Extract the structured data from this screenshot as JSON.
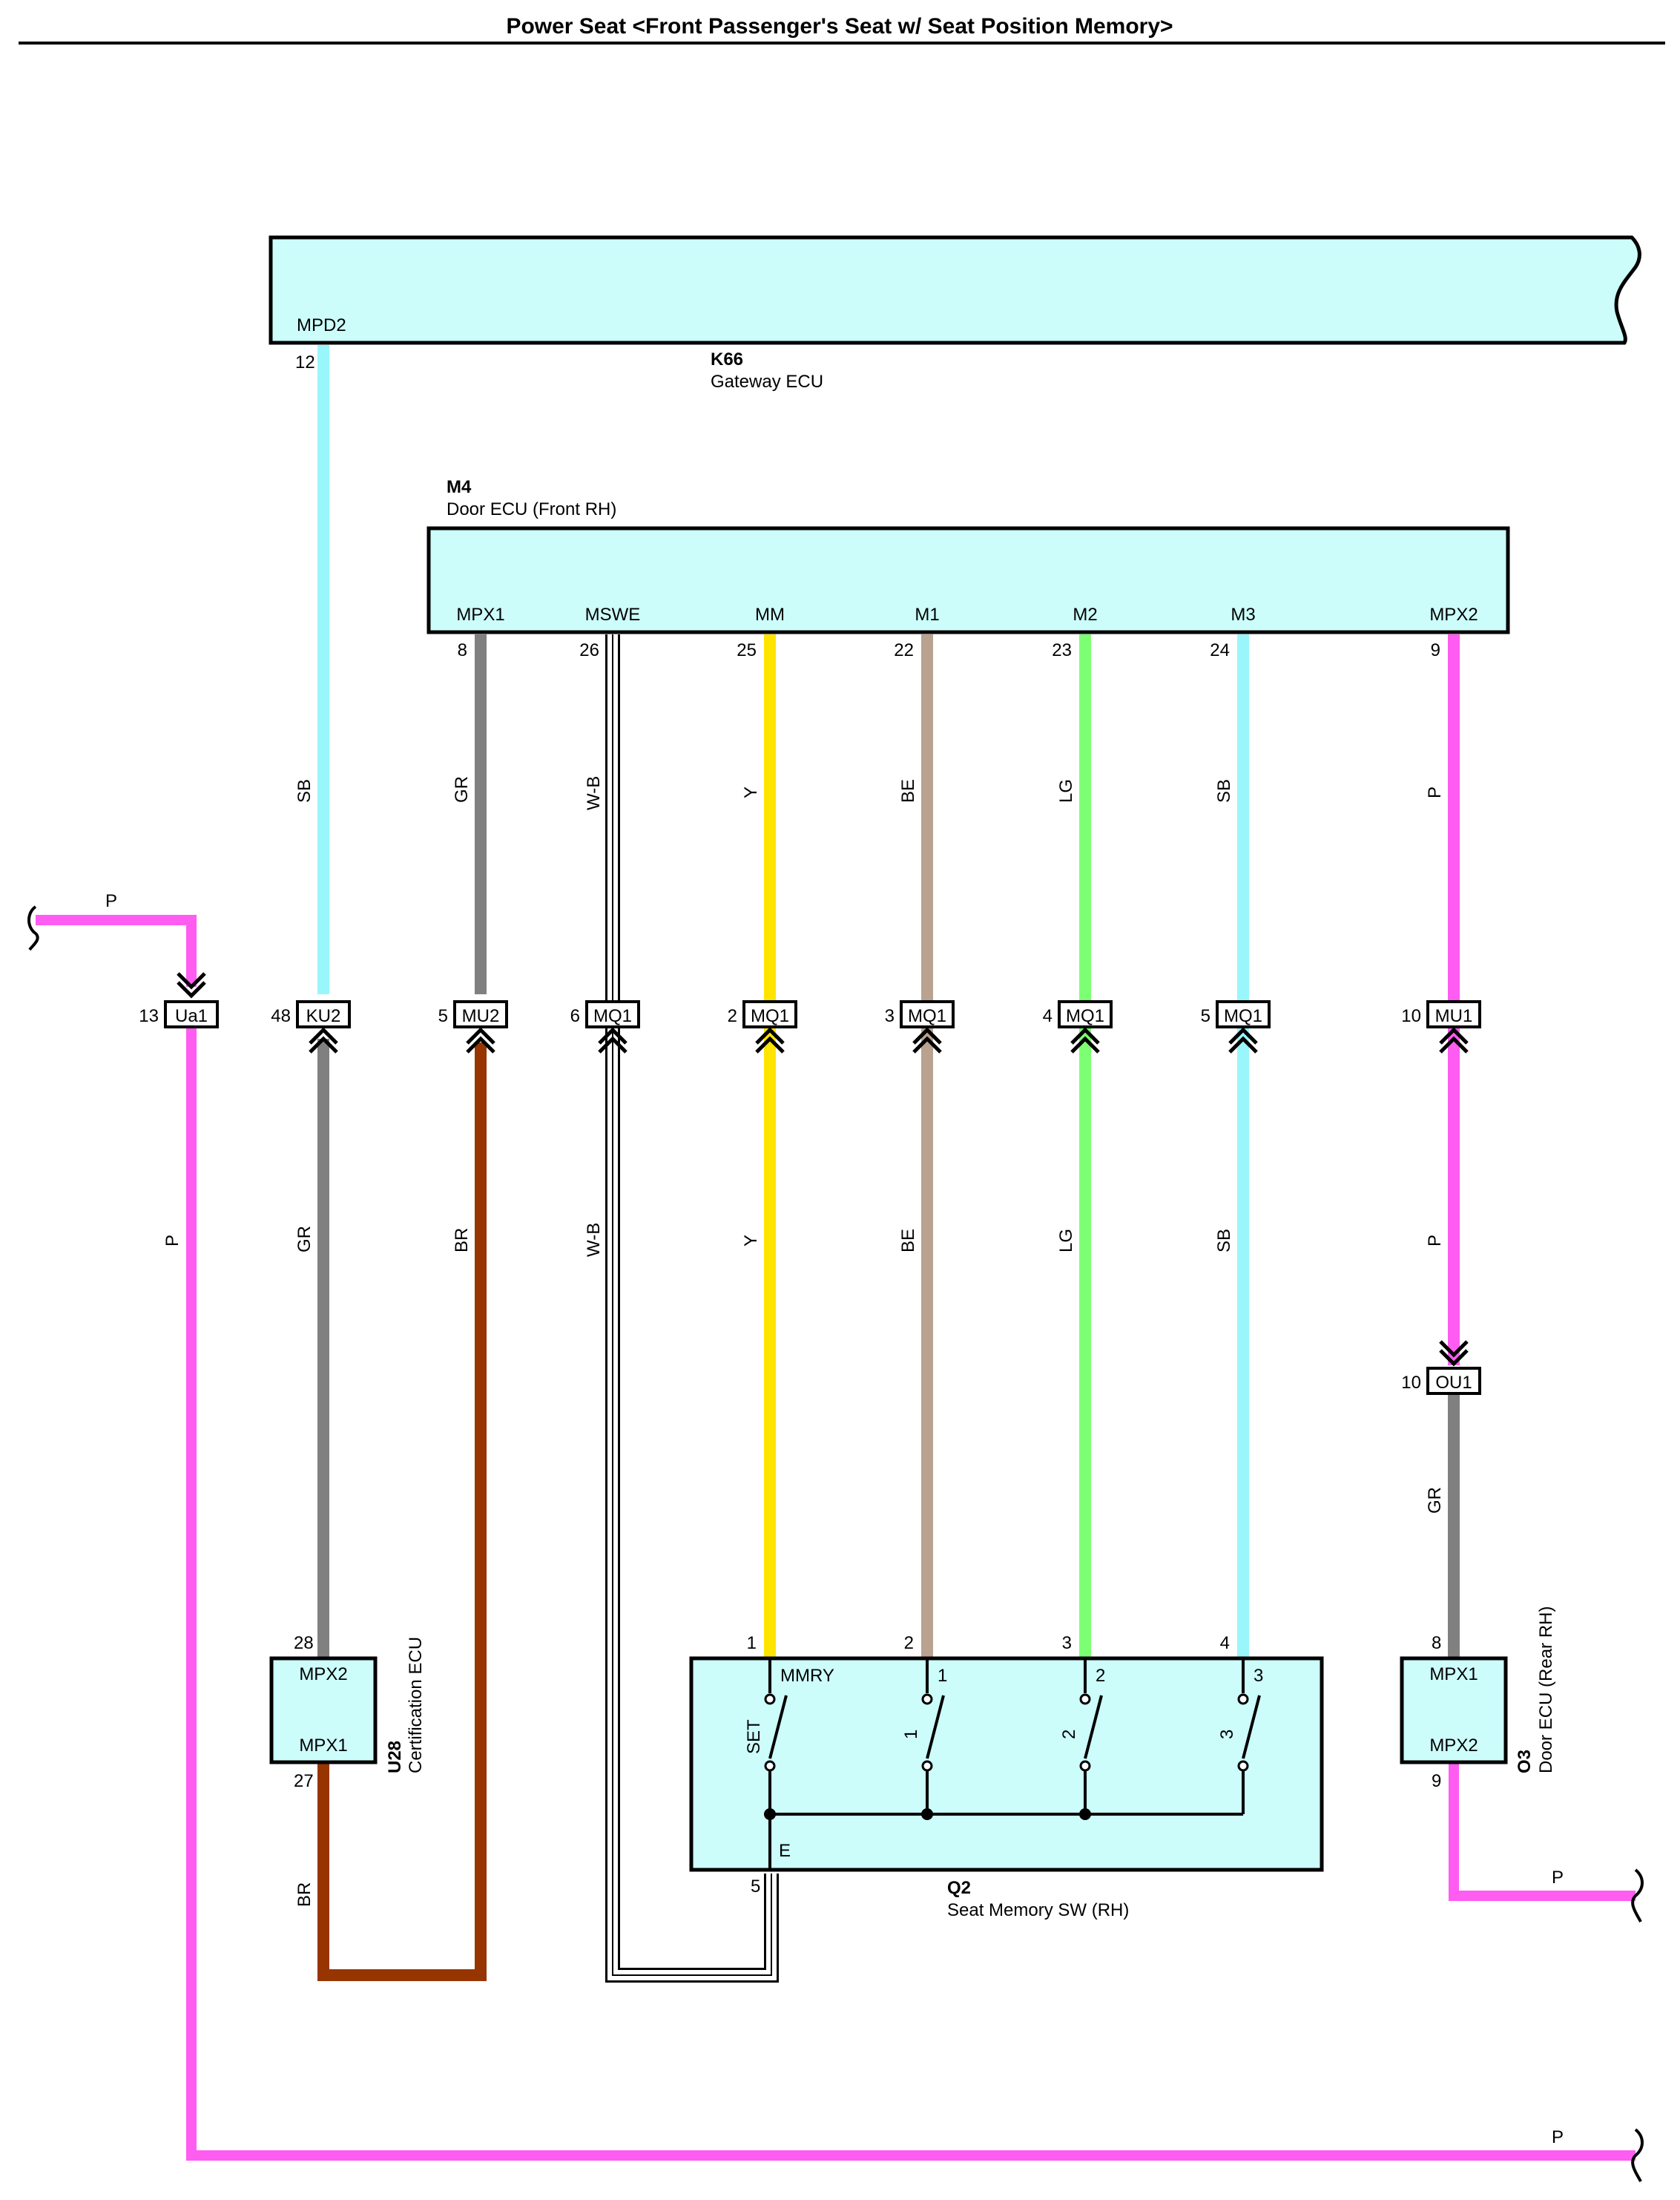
{
  "title": "Power Seat <Front Passenger's Seat w/ Seat Position Memory>",
  "colors": {
    "sb": "#99f6fa",
    "gr": "#808080",
    "wb": "#ffffff",
    "y": "#ffe400",
    "be": "#b9a290",
    "lg": "#7dff73",
    "p": "#ff5cf2",
    "br": "#973500",
    "box_fill": "#ccfdfb",
    "outline": "#000000"
  },
  "components": {
    "k66": {
      "id": "K66",
      "name": "Gateway ECU",
      "pin_name": "MPD2",
      "pin": "12"
    },
    "m4": {
      "id": "M4",
      "name": "Door ECU (Front RH)",
      "pins": [
        {
          "name": "MPX1",
          "num": "8"
        },
        {
          "name": "MSWE",
          "num": "26"
        },
        {
          "name": "MM",
          "num": "25"
        },
        {
          "name": "M1",
          "num": "22"
        },
        {
          "name": "M2",
          "num": "23"
        },
        {
          "name": "M3",
          "num": "24"
        },
        {
          "name": "MPX2",
          "num": "9"
        }
      ]
    },
    "u28": {
      "id": "U28",
      "name": "Certification ECU",
      "pin_top_name": "MPX2",
      "pin_top": "28",
      "pin_bottom_name": "MPX1",
      "pin_bottom": "27"
    },
    "o3": {
      "id": "O3",
      "name": "Door ECU (Rear RH)",
      "pin_top_name": "MPX1",
      "pin_top": "8",
      "pin_bottom_name": "MPX2",
      "pin_bottom": "9"
    },
    "q2": {
      "id": "Q2",
      "name": "Seat Memory SW (RH)",
      "pins": [
        "1",
        "2",
        "3",
        "4"
      ],
      "ground_label": "E",
      "ground_pin": "5",
      "terminals": [
        "MMRY",
        "1",
        "2",
        "3"
      ],
      "switch_labels": [
        "SET",
        "1",
        "2",
        "3"
      ]
    }
  },
  "connectors": [
    {
      "pin": "13",
      "name": "Ua1"
    },
    {
      "pin": "48",
      "name": "KU2"
    },
    {
      "pin": "5",
      "name": "MU2"
    },
    {
      "pin": "6",
      "name": "MQ1"
    },
    {
      "pin": "2",
      "name": "MQ1"
    },
    {
      "pin": "3",
      "name": "MQ1"
    },
    {
      "pin": "4",
      "name": "MQ1"
    },
    {
      "pin": "5",
      "name": "MQ1"
    },
    {
      "pin": "10",
      "name": "MU1"
    },
    {
      "pin": "10",
      "name": "OU1"
    }
  ],
  "wire_labels": {
    "p_left_top": "P",
    "p_left_vertical": "P",
    "p_bottom": "P",
    "p_right": "P",
    "sb_upper": "SB",
    "gr_upper": "GR",
    "wb_upper": "W-B",
    "y_upper": "Y",
    "be_upper": "BE",
    "lg_upper": "LG",
    "sb2_upper": "SB",
    "p_upper": "P",
    "gr_lower": "GR",
    "br_lower": "BR",
    "wb_lower": "W-B",
    "y_lower": "Y",
    "be_lower": "BE",
    "lg_lower": "LG",
    "sb2_lower": "SB",
    "p_lower": "P",
    "gr_o3": "GR",
    "br_bottom": "BR"
  }
}
